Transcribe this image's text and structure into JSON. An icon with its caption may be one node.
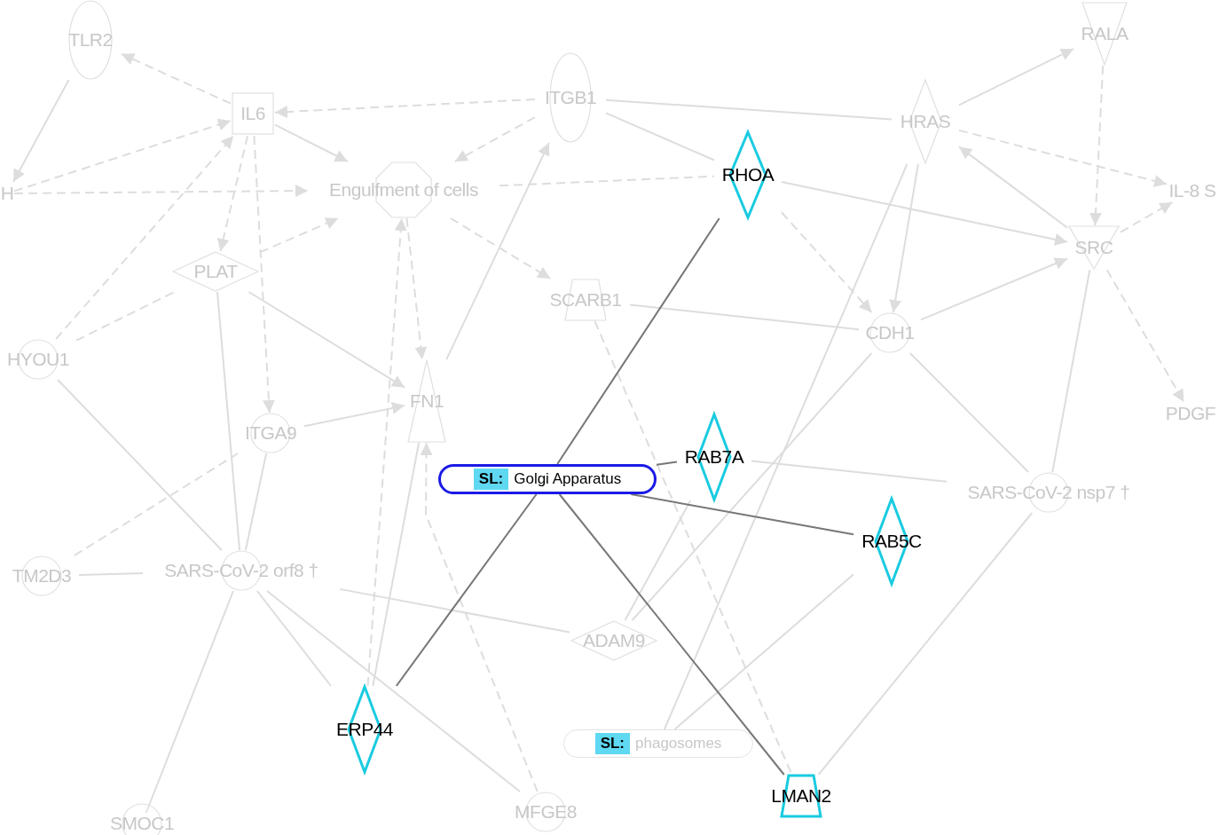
{
  "diagram": {
    "nodes": [
      {
        "text": [
          "TLR2"
        ]
      },
      {
        "text": [
          "IL6"
        ]
      },
      {
        "text": [
          "ITGB1"
        ]
      },
      {
        "text": [
          "RALA"
        ]
      },
      {
        "text": [
          "H"
        ]
      },
      {
        "text": [
          "Engulfment of cells"
        ]
      },
      {
        "text": [
          "HRAS"
        ]
      },
      {
        "text": [
          "RHOA"
        ]
      },
      {
        "text": [
          "IL-8 S"
        ]
      },
      {
        "text": [
          "SRC"
        ]
      },
      {
        "text": [
          "PLAT"
        ]
      },
      {
        "text": [
          "SCARB1"
        ]
      },
      {
        "text": [
          "CDH1"
        ]
      },
      {
        "text": [
          "HYOU1"
        ]
      },
      {
        "text": [
          "FN1"
        ]
      },
      {
        "text": [
          "PDGF"
        ]
      },
      {
        "text": [
          "ITGA9"
        ]
      },
      {
        "text": [
          "RAB7A"
        ]
      },
      {
        "text": [
          "SL:",
          "Golgi Apparatus"
        ]
      },
      {
        "text": [
          "SARS-CoV-2 nsp7 †"
        ]
      },
      {
        "text": [
          "RAB5C"
        ]
      },
      {
        "text": [
          "TM2D3"
        ]
      },
      {
        "text": [
          "SARS-CoV-2 orf8 †"
        ]
      },
      {
        "text": [
          "ADAM9"
        ]
      },
      {
        "text": [
          "ERP44"
        ]
      },
      {
        "text": [
          "SL:",
          "phagosomes"
        ]
      },
      {
        "text": [
          "LMAN2"
        ]
      },
      {
        "text": [
          "MFGE8"
        ]
      },
      {
        "text": [
          "SMOC1"
        ]
      }
    ],
    "edges": [
      {
        "from": 1,
        "to": 0,
        "arrow": "to",
        "style": "dashed"
      },
      {
        "from": 0,
        "to": 4,
        "arrow": "to"
      },
      {
        "from": 2,
        "to": 1,
        "arrow": "to",
        "style": "dashed"
      },
      {
        "from": 4,
        "to": 1,
        "arrow": "to",
        "style": "dashed"
      },
      {
        "from": 4,
        "to": 5,
        "arrow": "to",
        "style": "dashed"
      },
      {
        "from": 1,
        "to": 5,
        "arrow": "to"
      },
      {
        "from": 2,
        "to": 5,
        "arrow": "to",
        "style": "dashed"
      },
      {
        "from": 1,
        "to": 10,
        "arrow": "to",
        "style": "dashed"
      },
      {
        "from": 10,
        "to": 5,
        "arrow": "to",
        "style": "dashed"
      },
      {
        "from": 13,
        "to": 1,
        "arrow": "to",
        "style": "dashed"
      },
      {
        "from": 13,
        "to": 10,
        "arrow": "none",
        "style": "dashed"
      },
      {
        "from": 10,
        "to": 14,
        "arrow": "to"
      },
      {
        "from": 5,
        "to": 14,
        "arrow": "to",
        "style": "dashed"
      },
      {
        "from": 14,
        "to": 2,
        "arrow": "to"
      },
      {
        "from": 5,
        "to": 11,
        "arrow": "to",
        "style": "dashed"
      },
      {
        "from": 2,
        "to": 6,
        "arrow": "none"
      },
      {
        "from": 11,
        "to": 12,
        "arrow": "none"
      },
      {
        "from": 7,
        "to": 12,
        "arrow": "to",
        "style": "dashed"
      },
      {
        "from": 6,
        "to": 12,
        "arrow": "to"
      },
      {
        "from": 6,
        "to": 3,
        "arrow": "to"
      },
      {
        "from": 3,
        "to": 9,
        "arrow": "to",
        "style": "dashed"
      },
      {
        "from": 9,
        "to": 6,
        "arrow": "to"
      },
      {
        "from": 12,
        "to": 9,
        "arrow": "to"
      },
      {
        "from": 7,
        "to": 9,
        "arrow": "to"
      },
      {
        "from": 9,
        "to": 15,
        "arrow": "to",
        "style": "dashed"
      },
      {
        "from": 9,
        "to": 8,
        "arrow": "to",
        "style": "dashed"
      },
      {
        "from": 6,
        "to": 8,
        "arrow": "to",
        "style": "dashed"
      },
      {
        "from": 2,
        "to": 7,
        "arrow": "none"
      },
      {
        "from": 16,
        "to": 14,
        "arrow": "to"
      },
      {
        "from": 1,
        "to": 16,
        "arrow": "to",
        "style": "dashed"
      },
      {
        "from": 13,
        "to": 22,
        "arrow": "none"
      },
      {
        "from": 21,
        "to": 22,
        "arrow": "none"
      },
      {
        "from": 21,
        "to": 16,
        "arrow": "none",
        "style": "dashed"
      },
      {
        "from": 22,
        "to": 16,
        "arrow": "none"
      },
      {
        "from": 22,
        "to": 10,
        "arrow": "none"
      },
      {
        "from": 22,
        "to": 28,
        "arrow": "none"
      },
      {
        "from": 22,
        "to": 24,
        "arrow": "none"
      },
      {
        "from": 22,
        "to": 23,
        "arrow": "none"
      },
      {
        "from": 22,
        "to": 27,
        "arrow": "none"
      },
      {
        "from": 24,
        "to": 14,
        "arrow": "none"
      },
      {
        "from": 24,
        "to": 5,
        "arrow": "to",
        "style": "dashed"
      },
      {
        "from": 27,
        "to": 14,
        "arrow": "to",
        "style": "dashed"
      },
      {
        "from": 23,
        "to": 17,
        "arrow": "none"
      },
      {
        "from": 19,
        "to": 9,
        "arrow": "none"
      },
      {
        "from": 19,
        "to": 26,
        "arrow": "none"
      },
      {
        "from": 17,
        "to": 19,
        "arrow": "none"
      },
      {
        "from": 12,
        "to": 19,
        "arrow": "none"
      },
      {
        "from": 12,
        "to": 23,
        "arrow": "none"
      },
      {
        "from": 25,
        "to": 20,
        "arrow": "none"
      },
      {
        "from": 25,
        "to": 6,
        "arrow": "none"
      },
      {
        "from": 11,
        "to": 26,
        "arrow": "none",
        "style": "dashed"
      },
      {
        "from": 5,
        "to": 7,
        "arrow": "none",
        "style": "dashed"
      },
      {
        "from": 18,
        "to": 7,
        "arrow": "none",
        "color": "#777777"
      },
      {
        "from": 18,
        "to": 17,
        "arrow": "none",
        "color": "#777777"
      },
      {
        "from": 18,
        "to": 20,
        "arrow": "none",
        "color": "#777777"
      },
      {
        "from": 18,
        "to": 24,
        "arrow": "none",
        "color": "#777777"
      },
      {
        "from": 18,
        "to": 26,
        "arrow": "none",
        "color": "#777777"
      }
    ]
  }
}
